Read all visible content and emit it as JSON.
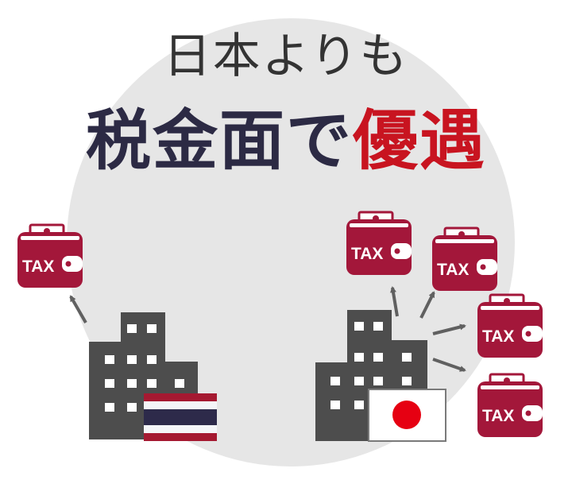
{
  "title": {
    "line1": "日本よりも",
    "line2_part1": "税金面で",
    "line2_part2": "優遇"
  },
  "wallet_label": "TAX",
  "colors": {
    "circle": "#e6e6e6",
    "title_dark": "#2c2a44",
    "title_accent": "#c81420",
    "wallet": "#a3173a",
    "building": "#4d4d4d",
    "arrow": "#606060",
    "flag_thai_red": "#a51931",
    "flag_thai_blue": "#2d2a4a",
    "flag_japan_red": "#e60012"
  },
  "left_group": {
    "flag_icon": "thailand-flag-icon",
    "wallet_count": 1
  },
  "right_group": {
    "flag_icon": "japan-flag-icon",
    "wallet_count": 4
  }
}
